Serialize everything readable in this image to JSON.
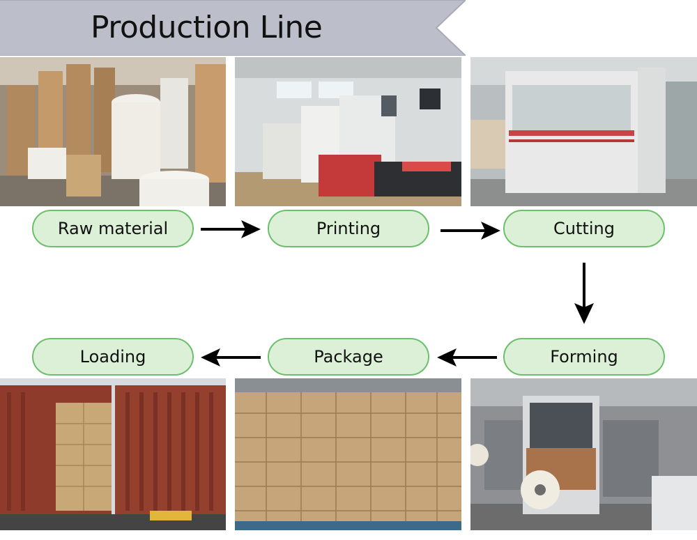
{
  "header": {
    "title": "Production Line"
  },
  "steps": {
    "raw_material": "Raw material",
    "printing": "Printing",
    "cutting": "Cutting",
    "forming": "Forming",
    "package": "Package",
    "loading": "Loading"
  },
  "colors": {
    "banner": "#b9bcc6",
    "step_fill": "#dcefd7",
    "step_border": "#6cbf6c",
    "arrow": "#000000"
  }
}
